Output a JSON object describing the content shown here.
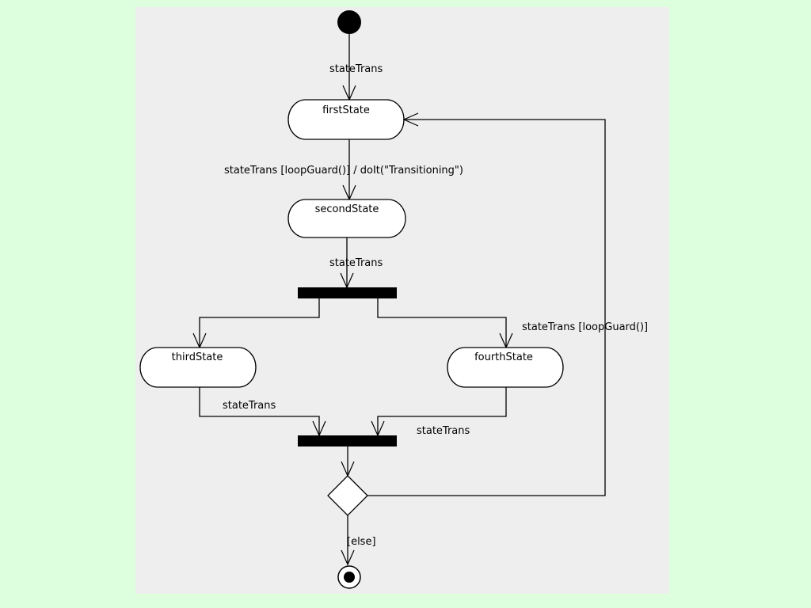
{
  "states": {
    "first": "firstState",
    "second": "secondState",
    "third": "thirdState",
    "fourth": "fourthState"
  },
  "transitions": {
    "initial_to_first": "stateTrans",
    "first_to_second": "stateTrans [loopGuard()] / doIt(\"Transitioning\")",
    "second_to_fork": "stateTrans",
    "fork_to_fourth": "stateTrans [loopGuard()]",
    "third_to_join": "stateTrans",
    "fourth_to_join": "stateTrans",
    "decision_to_final": "[else]"
  },
  "colors": {
    "page_background": "#ddffdd",
    "canvas_background": "#eeeeee",
    "state_fill": "#ffffff",
    "line": "#000000"
  }
}
